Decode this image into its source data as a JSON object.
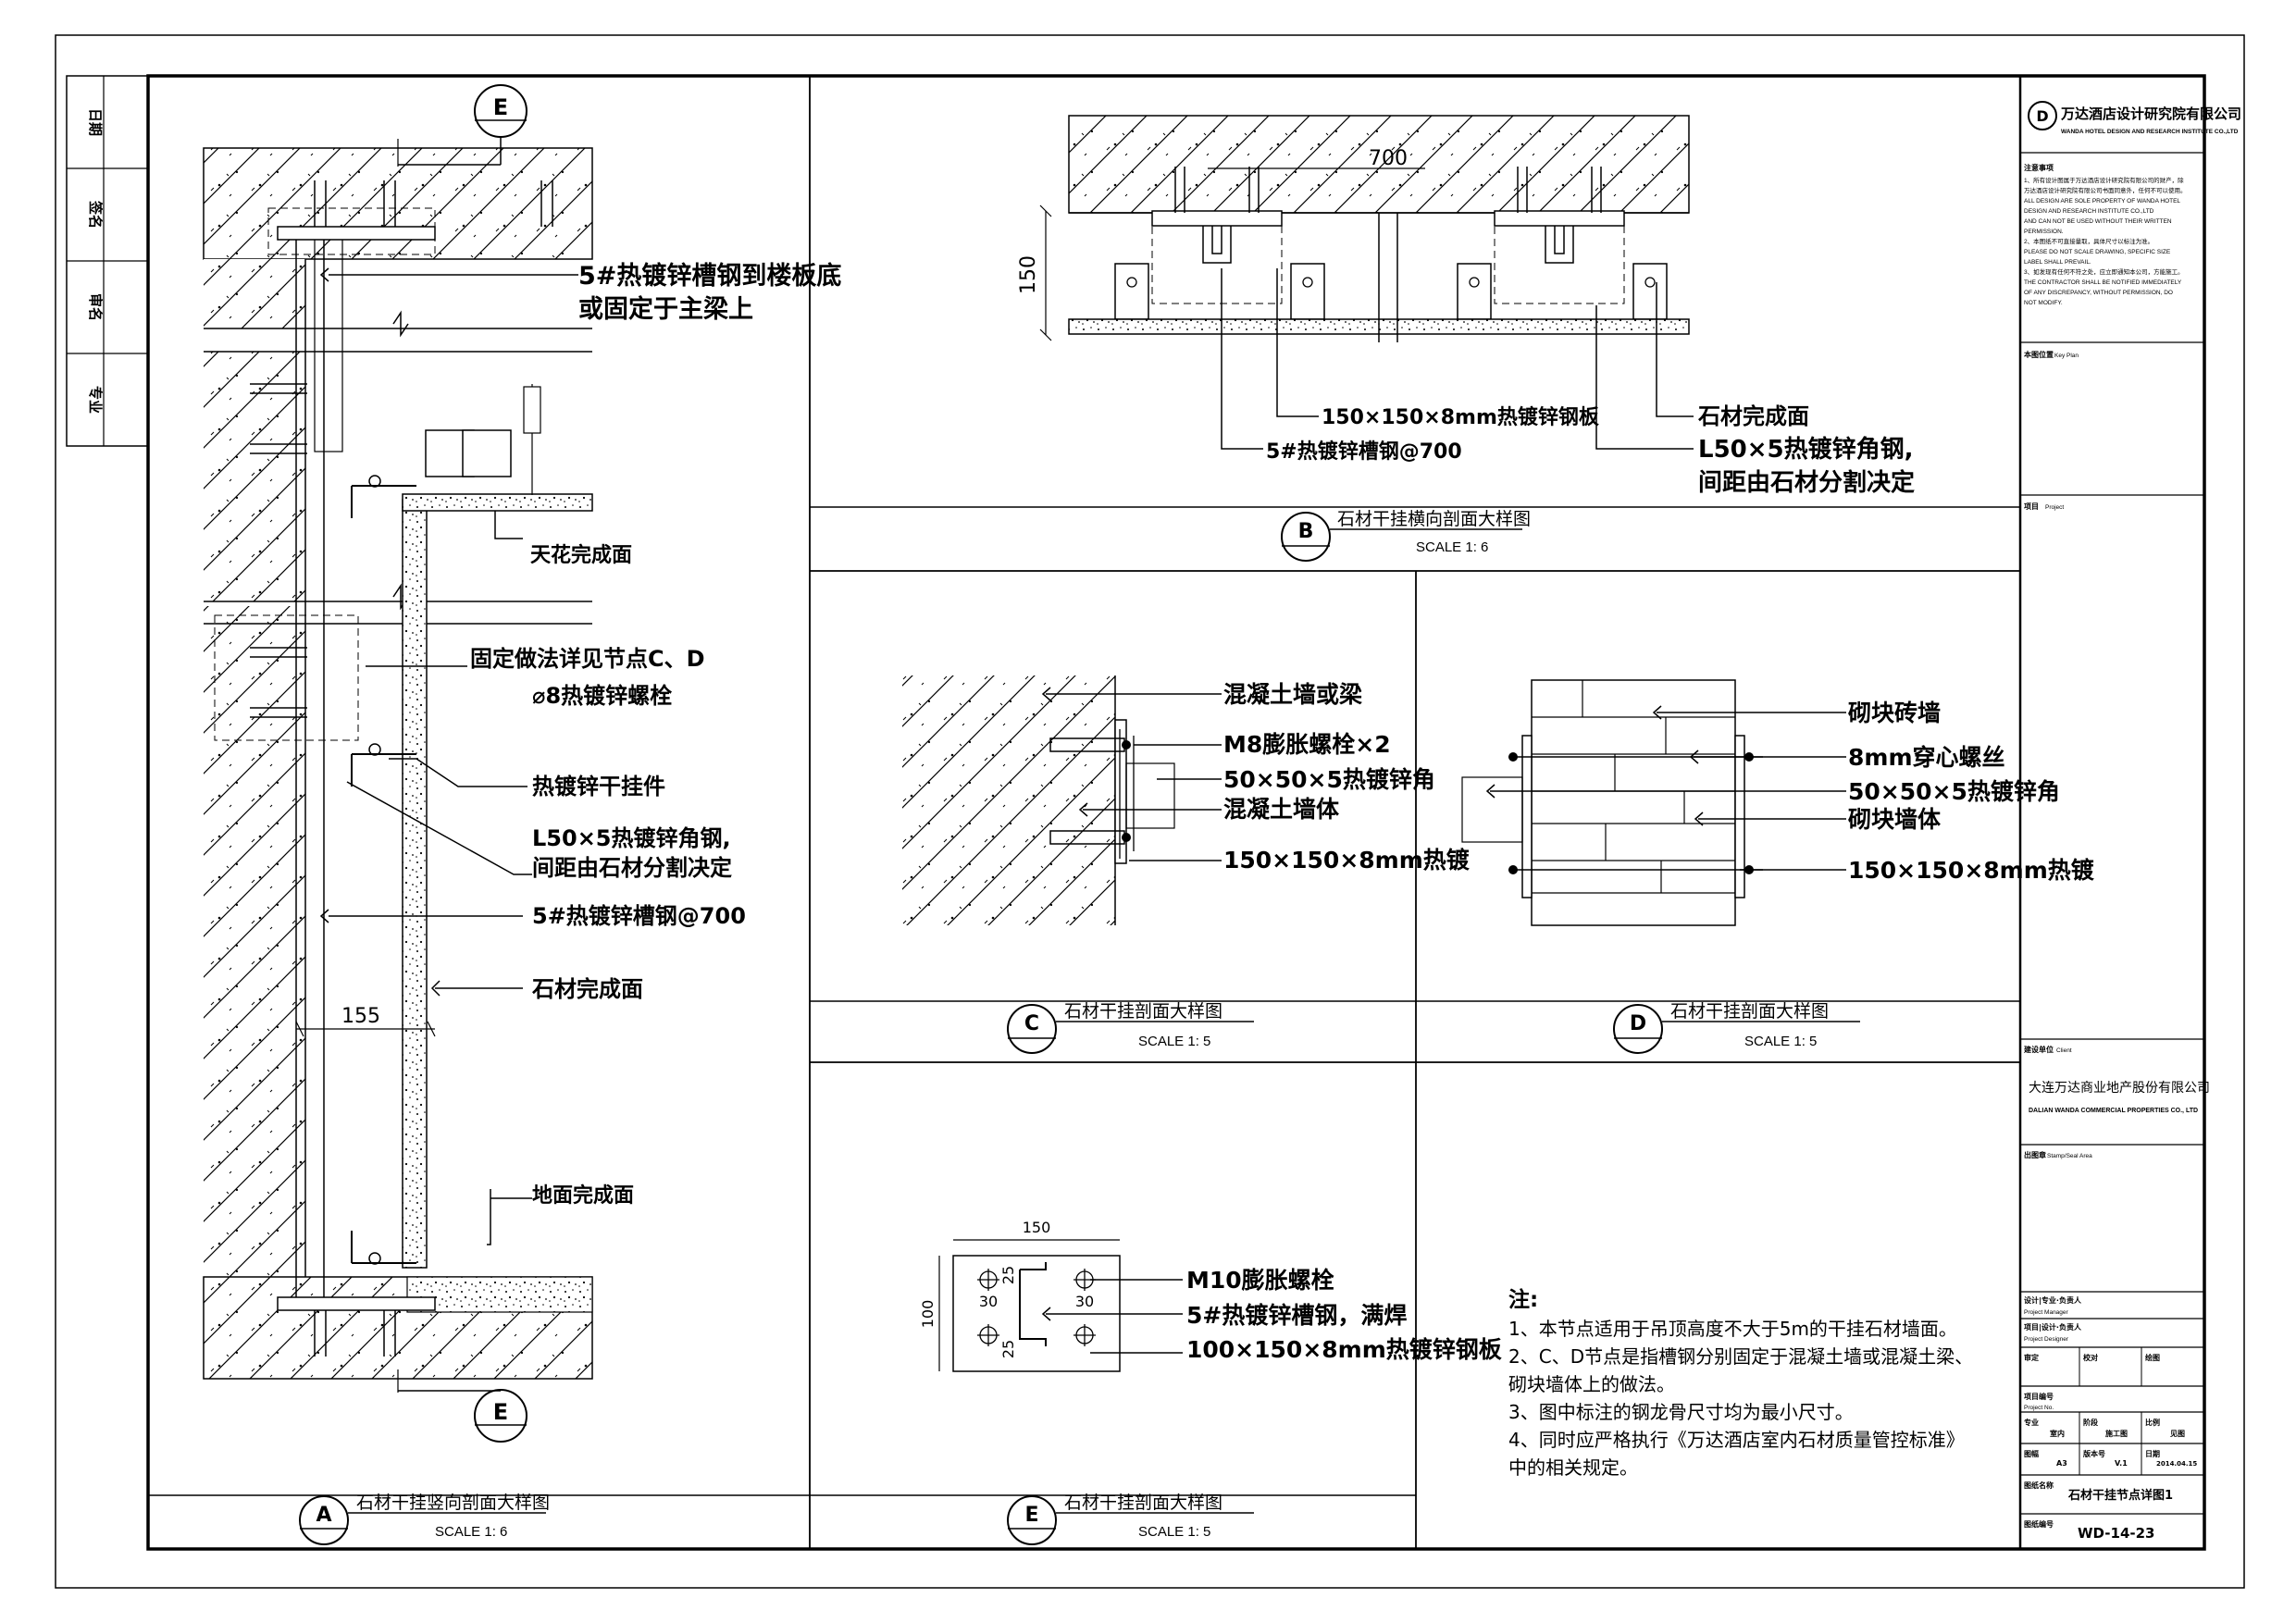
{
  "side_strip": {
    "date": "日期",
    "sign": "签名",
    "approve": "审名",
    "discipline": "专业"
  },
  "view_a": {
    "marker": "A",
    "title": "石材干挂竖向剖面大样图",
    "scale": "SCALE 1: 6",
    "cut_top": "E",
    "cut_bottom": "E",
    "labels": {
      "channel_top_1": "5#热镀锌槽钢到楼板底",
      "channel_top_2": "或固定于主梁上",
      "ceiling": "天花完成面",
      "fixing": "固定做法详见节点C、D",
      "bolt": "⌀8热镀锌螺栓",
      "hanger": "热镀锌干挂件",
      "angle_1": "L50×5热镀锌角钢,",
      "angle_2": "间距由石材分割决定",
      "channel": "5#热镀锌槽钢@700",
      "stone": "石材完成面",
      "floor": "地面完成面",
      "dim": "155"
    }
  },
  "view_b": {
    "marker": "B",
    "title": "石材干挂横向剖面大样图",
    "scale": "SCALE 1: 6",
    "labels": {
      "plate": "150×150×8mm热镀锌钢板",
      "channel": "5#热镀锌槽钢@700",
      "stone": "石材完成面",
      "angle_1": "L50×5热镀锌角钢,",
      "angle_2": "间距由石材分割决定",
      "dim_w": "700",
      "dim_h": "150"
    }
  },
  "view_c": {
    "marker": "C",
    "title": "石材干挂剖面大样图",
    "scale": "SCALE 1: 5",
    "labels": [
      "混凝土墙或梁",
      "M8膨胀螺栓×2",
      "50×50×5热镀锌角",
      "混凝土墙体",
      "150×150×8mm热镀"
    ]
  },
  "view_d": {
    "marker": "D",
    "title": "石材干挂剖面大样图",
    "scale": "SCALE 1: 5",
    "labels": [
      "砌块砖墙",
      "8mm穿心螺丝",
      "50×50×5热镀锌角",
      "砌块墙体",
      "150×150×8mm热镀"
    ]
  },
  "view_e": {
    "marker": "E",
    "title": "石材干挂剖面大样图",
    "scale": "SCALE 1: 5",
    "labels": [
      "M10膨胀螺栓",
      "5#热镀锌槽钢，满焊",
      "100×150×8mm热镀锌钢板"
    ],
    "dims": {
      "w": "150",
      "h": "100",
      "a": "30",
      "b": "30",
      "c": "25",
      "d": "25"
    }
  },
  "notes": {
    "heading": "注:",
    "lines": [
      "1、本节点适用于吊顶高度不大于5m的干挂石材墙面。",
      "2、C、D节点是指槽钢分别固定于混凝土墙或混凝土梁、",
      "砌块墙体上的做法。",
      "3、图中标注的钢龙骨尺寸均为最小尺寸。",
      "4、同时应严格执行《万达酒店室内石材质量管控标准》",
      "中的相关规定。"
    ]
  },
  "title_block": {
    "company_cn": "万达酒店设计研究院有限公司",
    "company_en": "WANDA HOTEL DESIGN AND RESEARCH INSTITUTE CO.,LTD",
    "notice_head": "注意事项",
    "notice_lines": [
      "1、所有设计图属于万达酒店设计研究院有限公司的财产，除",
      "万达酒店设计研究院有限公司书面同意外，任何不可以使用。",
      "ALL DESIGN ARE SOLE PROPERTY OF WANDA HOTEL",
      "DESIGN AND RESEARCH INSTITUTE CO.,LTD",
      "AND CAN NOT BE USED WITHOUT THEIR WRITTEN",
      "PERMISSION.",
      "2、本图纸不可直接量取，具体尺寸以标注为准。",
      "PLEASE DO NOT SCALE DRAWING, SPECIFIC SIZE",
      "LABEL SHALL PREVAIL.",
      "3、如发现有任何不符之处，应立即通知本公司，方能施工。",
      "THE CONTRACTOR SHALL BE NOTIFIED IMMEDIATELY",
      "OF ANY DISCREPANCY, WITHOUT PERMISSION, DO",
      "NOT MODIFY."
    ],
    "key_plan": "本图位置",
    "key_plan_en": "Key Plan",
    "project": "项目",
    "project_en": "Project",
    "client": "建设单位",
    "client_en": "Client",
    "client_name_cn": "大连万达商业地产股份有限公司",
    "client_name_en": "DALIAN WANDA COMMERCIAL PROPERTIES CO., LTD",
    "stamp": "出图章",
    "stamp_en": "Stamp/Seal Area",
    "design_leader": "设计|专业·负责人",
    "design_leader_en": "Project Manager",
    "project_leader": "项目|设计·负责人",
    "project_leader_en": "Project Designer",
    "check": "审定",
    "check2": "校对",
    "draw": "绘图",
    "proj_no": "项目编号",
    "proj_no_en": "Project No.",
    "discipline": "专业",
    "discipline_val": "室内",
    "stage": "阶段",
    "stage_val": "施工图",
    "scale": "比例",
    "scale_val": "见图",
    "size": "图幅",
    "size_val": "A3",
    "version": "版本号",
    "version_val": "V.1",
    "date": "日期",
    "date_val": "2014.04.15",
    "dwg_name": "图纸名称",
    "dwg_name_val": "石材干挂节点详图1",
    "dwg_no": "图纸编号",
    "dwg_no_val": "WD-14-23"
  }
}
